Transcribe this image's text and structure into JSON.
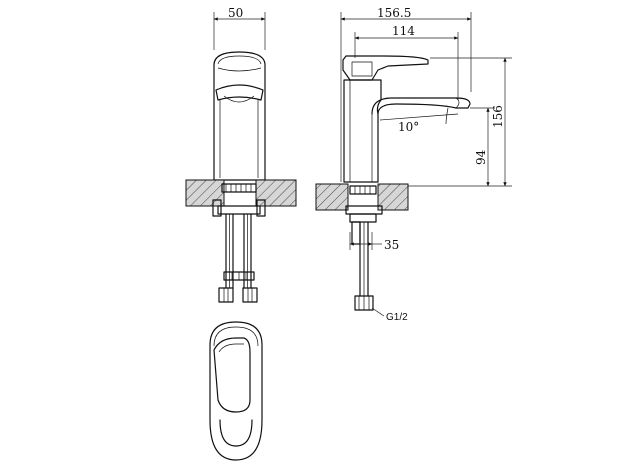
{
  "dimensions": {
    "front_width": "50",
    "side_depth": "156.5",
    "spout_reach": "114",
    "total_height": "156",
    "spout_height": "94",
    "lever_angle": "10°",
    "hose_offset": "35"
  },
  "annotations": {
    "thread": "G1/2"
  }
}
